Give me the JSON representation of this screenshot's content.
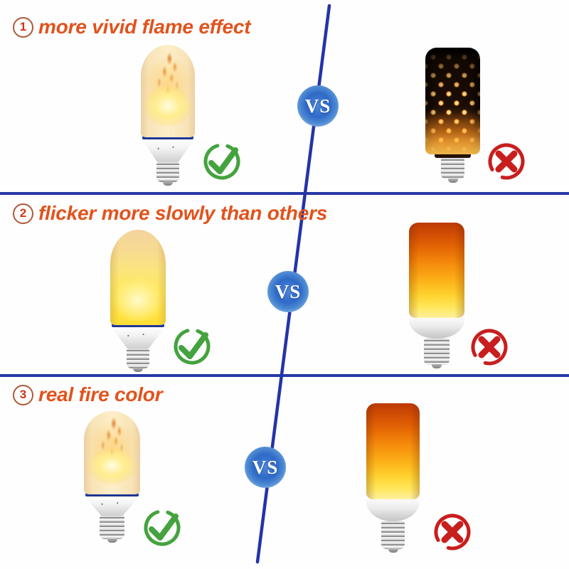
{
  "colors": {
    "heading_text": "#e2521c",
    "divider_blue": "#2637a6",
    "check_green": "#44a33e",
    "cross_red": "#c81e1e",
    "vs_badge_blue": "#2f6ac8"
  },
  "rows": [
    {
      "number": "1",
      "title": "more vivid flame effect",
      "vs_label": "VS",
      "left_icon": "check-icon",
      "right_icon": "cross-icon"
    },
    {
      "number": "2",
      "title": "flicker more slowly than others",
      "vs_label": "VS",
      "left_icon": "check-icon",
      "right_icon": "cross-icon"
    },
    {
      "number": "3",
      "title": "real fire color",
      "vs_label": "VS",
      "left_icon": "check-icon",
      "right_icon": "cross-icon"
    }
  ]
}
